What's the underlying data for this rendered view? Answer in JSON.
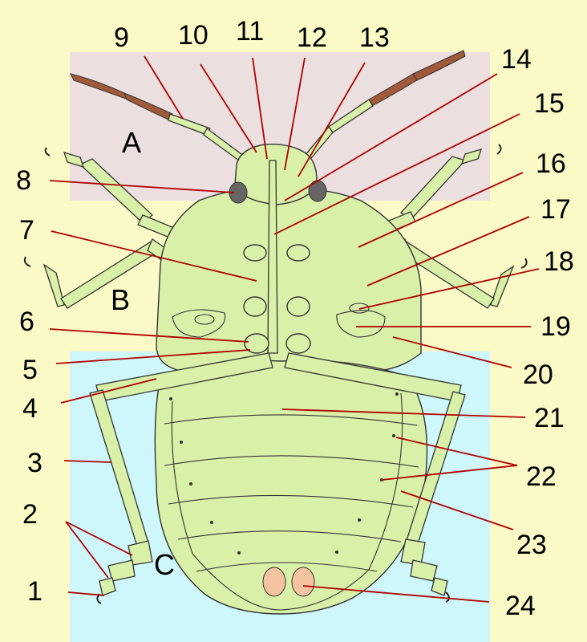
{
  "zones": [
    {
      "id": "A",
      "label": "A",
      "color": "#ecdfe0"
    },
    {
      "id": "B",
      "label": "B",
      "color": "#fbf9c6"
    },
    {
      "id": "C",
      "label": "C",
      "color": "#cdf7fb"
    }
  ],
  "colors": {
    "background": "#fbf9c6",
    "body_fill": "#d8f0a8",
    "leader_line": "#b00000",
    "antenna_tip": "#a05a3a",
    "eye": "#666666",
    "genital": "#f4c4a0"
  },
  "labels": [
    "1",
    "2",
    "3",
    "4",
    "5",
    "6",
    "7",
    "8",
    "9",
    "10",
    "11",
    "12",
    "13",
    "14",
    "15",
    "16",
    "17",
    "18",
    "19",
    "20",
    "21",
    "22",
    "23",
    "24"
  ]
}
